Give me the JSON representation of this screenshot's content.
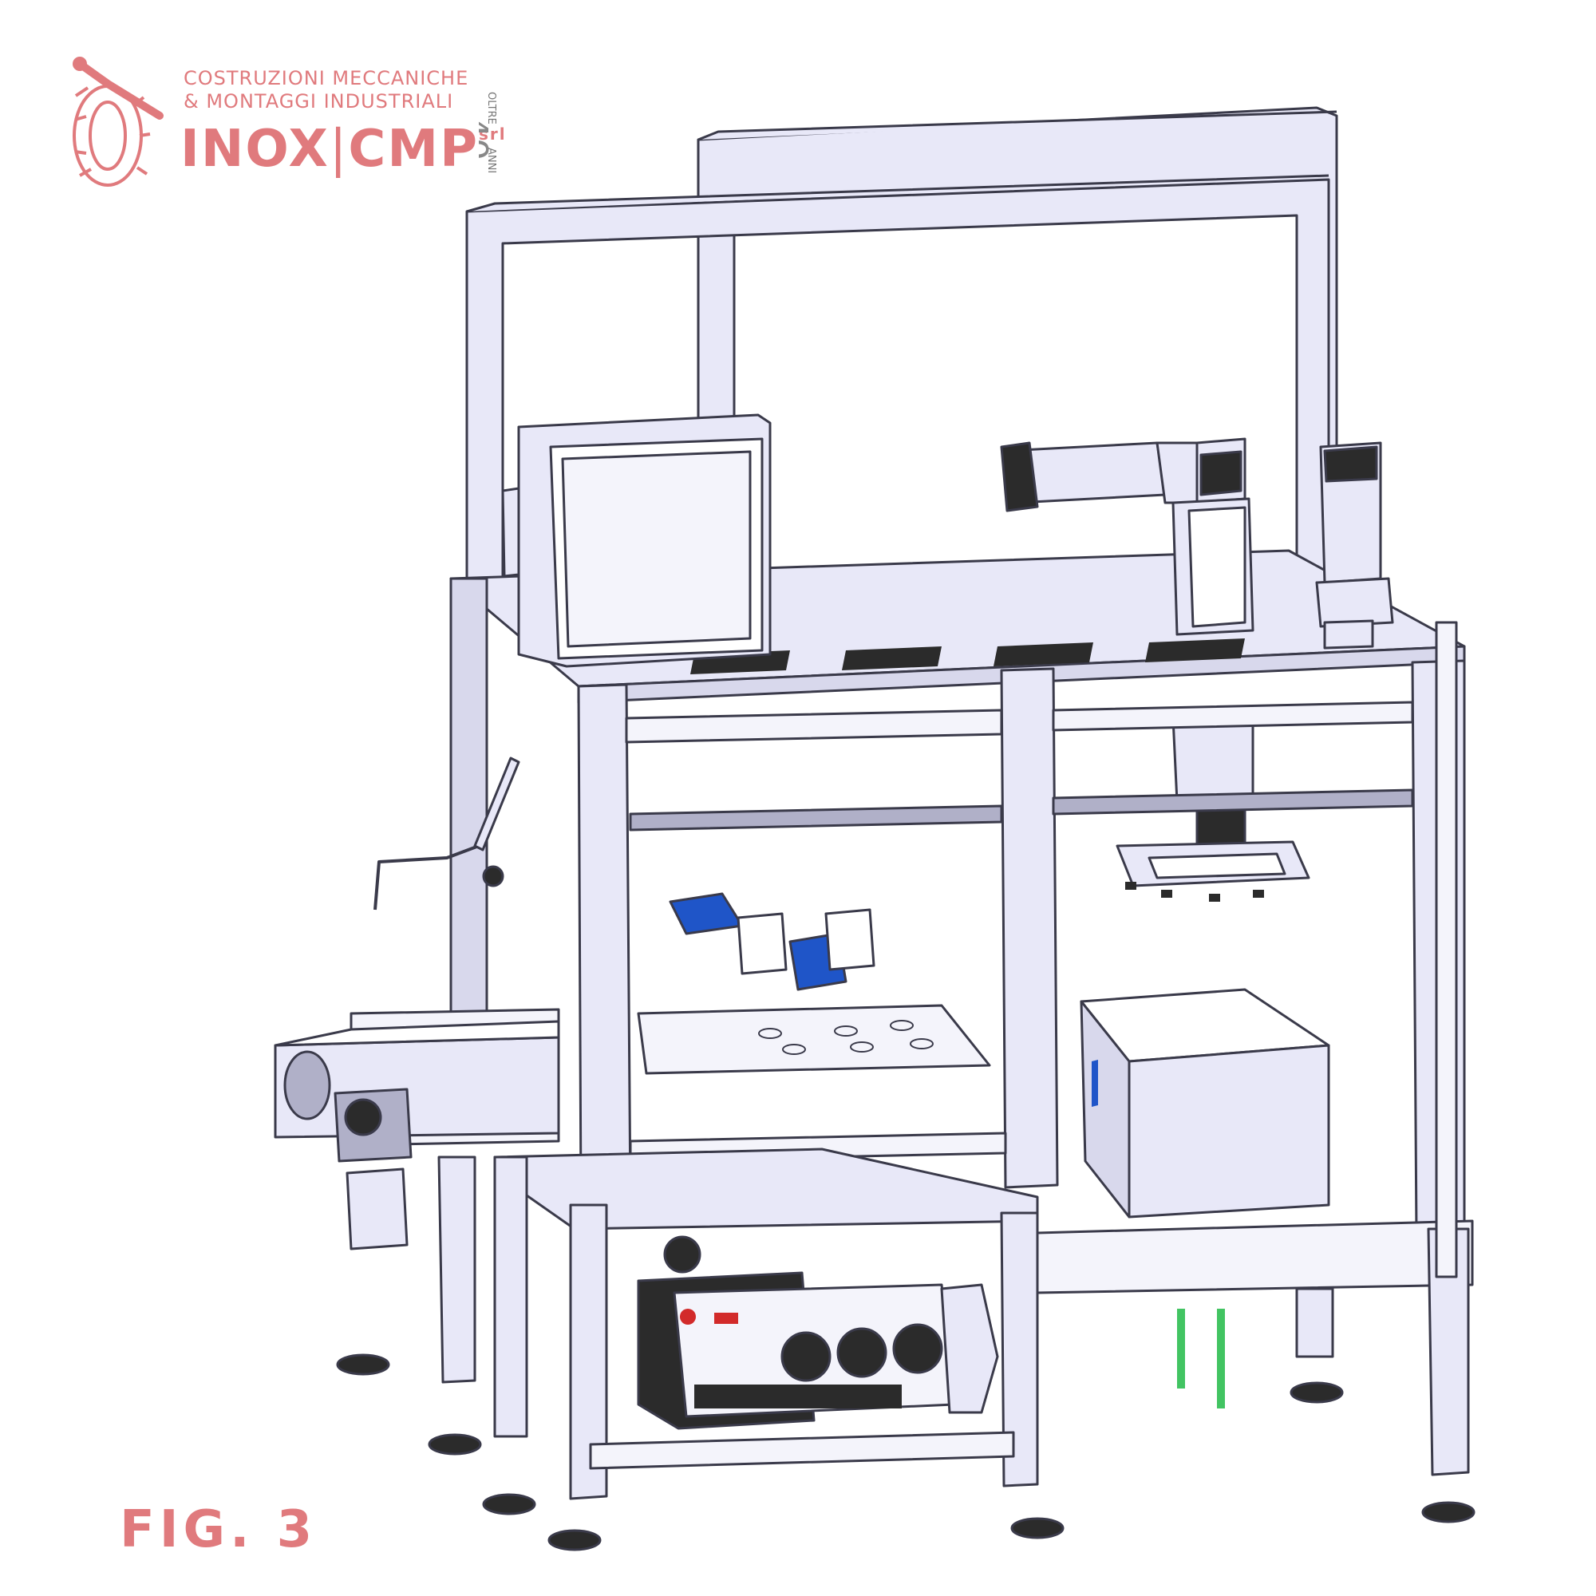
{
  "colors": {
    "brand": "#e07a7d",
    "frame_fill": "#e8e8f8",
    "frame_stroke": "#3a3a4a",
    "belt_blue": "#1f55c8",
    "pipe_green": "#42c462",
    "motor_dark": "#2b2b2b",
    "warning_red": "#d22a2a"
  },
  "logo": {
    "line1": "COSTRUZIONI MECCANICHE",
    "line2": "& MONTAGGI INDUSTRIALI",
    "brand_left": "INOX",
    "brand_sep": "|",
    "brand_right": "CMP",
    "brand_suffix": "srl",
    "badge_top": "OLTRE",
    "badge_number": "40",
    "badge_bottom": "ANNI"
  },
  "figure": {
    "label": "FIG. 3"
  }
}
